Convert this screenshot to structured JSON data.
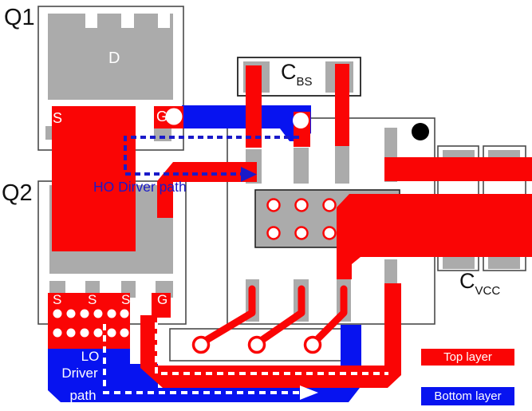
{
  "labels": {
    "q1": "Q1",
    "q2": "Q2",
    "drain": "D",
    "source": "S",
    "gate": "G",
    "q2_source_1": "S",
    "q2_source_2": "S",
    "q2_source_3": "S",
    "q2_gate": "G",
    "cbs_main": "C",
    "cbs_sub": "BS",
    "cvcc_main": "C",
    "cvcc_sub": "VCC"
  },
  "annotations": {
    "ho_path": "HO Dirver path",
    "lo_line1": "LO",
    "lo_line2": "Driver",
    "lo_line3": "path"
  },
  "legend": {
    "top_label": "Top layer",
    "bottom_label": "Bottom layer"
  },
  "colors": {
    "top_layer_red": "#fa0505",
    "bottom_layer_blue": "#0713f0",
    "pad_gray": "#ababab",
    "annotation_blue": "#1a1ac9",
    "via_marker_black": "#000000"
  }
}
